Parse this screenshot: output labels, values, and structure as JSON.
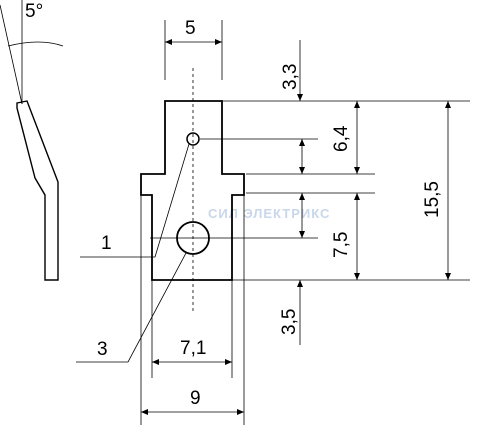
{
  "drawing": {
    "angle_label": "5°",
    "callouts": {
      "hole_small": "1",
      "hole_large": "3"
    },
    "dimensions": {
      "top_offset": "5",
      "top_height": "3,3",
      "upper_section": "6,4",
      "lower_section": "7,5",
      "total_height": "15,5",
      "bottom_height": "3,5",
      "inner_width": "7,1",
      "outer_width": "9"
    },
    "watermark": "СИЛ ЭЛЕКТРИКС",
    "colors": {
      "line": "#000000",
      "watermark": "#c9d7ea"
    }
  }
}
